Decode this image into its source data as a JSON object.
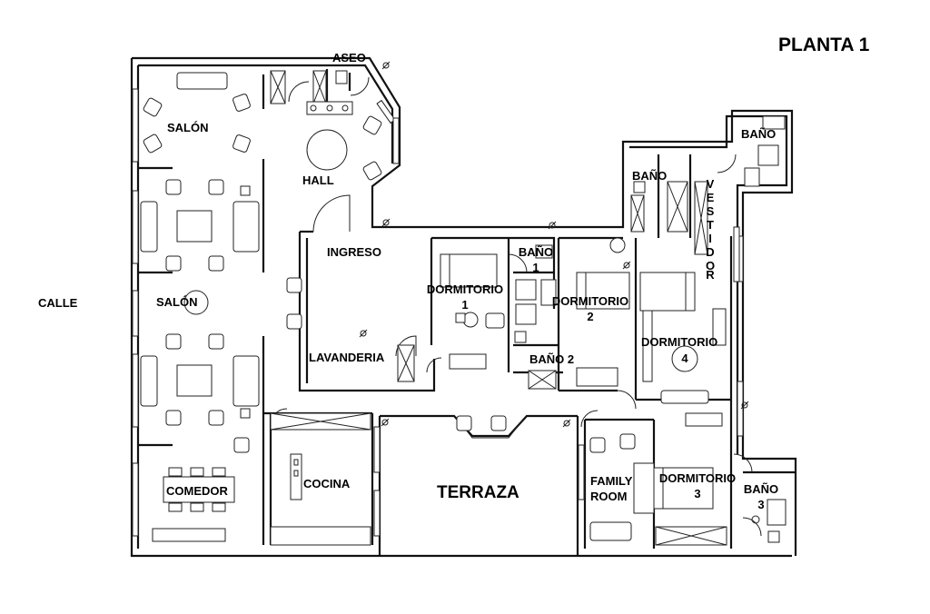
{
  "title": "PLANTA 1",
  "street": "CALLE",
  "rooms": {
    "aseo": "ASEO",
    "salon_top": "SALÓN",
    "hall": "HALL",
    "ingreso": "INGRESO",
    "salon_mid": "SALÓN",
    "lavanderia": "LAVANDERIA",
    "comedor": "COMEDOR",
    "cocina": "COCINA",
    "terraza": "TERRAZA",
    "dormitorio1": [
      "DORMITORIO",
      "1"
    ],
    "bano1": [
      "BAÑO",
      "1"
    ],
    "dormitorio2": [
      "DORMITORIO",
      "2"
    ],
    "bano2": "BAÑO 2",
    "bano_top": "BAÑO",
    "bano_right": "BAÑO",
    "vestidor": [
      "V",
      "E",
      "S",
      "T",
      "I",
      "D",
      "O",
      "R"
    ],
    "dormitorio4": "DORMITORIO",
    "dormitorio4_num": "4",
    "family_room": [
      "FAMILY",
      "ROOM"
    ],
    "dormitorio3": [
      "DORMITORIO",
      "3"
    ],
    "bano3": [
      "BAÑO",
      "3"
    ]
  }
}
